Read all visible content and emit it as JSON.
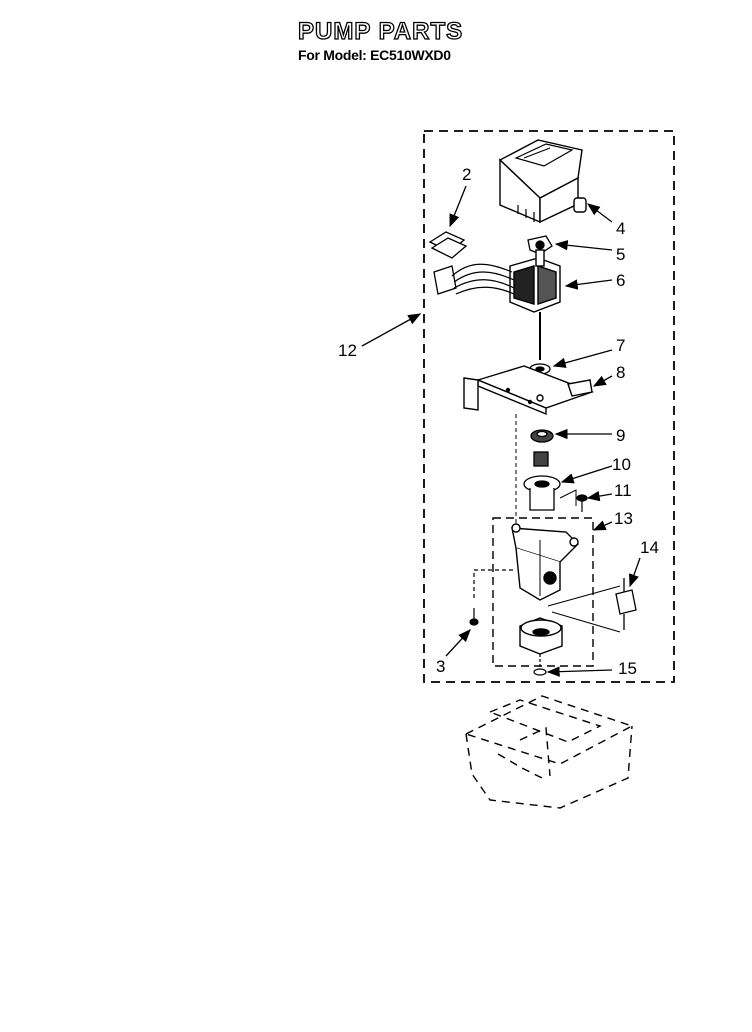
{
  "header": {
    "title": "PUMP PARTS",
    "subtitle": "For Model: EC510WXD0"
  },
  "callouts": [
    {
      "id": "2",
      "label": "2"
    },
    {
      "id": "3",
      "label": "3"
    },
    {
      "id": "4",
      "label": "4"
    },
    {
      "id": "5",
      "label": "5"
    },
    {
      "id": "6",
      "label": "6"
    },
    {
      "id": "7",
      "label": "7"
    },
    {
      "id": "8",
      "label": "8"
    },
    {
      "id": "9",
      "label": "9"
    },
    {
      "id": "10",
      "label": "10"
    },
    {
      "id": "11",
      "label": "11"
    },
    {
      "id": "12",
      "label": "12"
    },
    {
      "id": "13",
      "label": "13"
    },
    {
      "id": "14",
      "label": "14"
    },
    {
      "id": "15",
      "label": "15"
    }
  ]
}
